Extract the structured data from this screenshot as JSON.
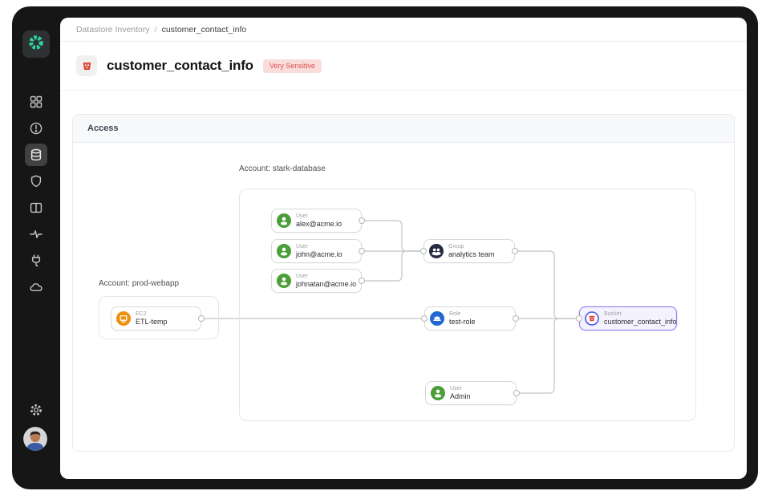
{
  "sidebar": {
    "logo_icon": "gear-logo-icon",
    "items": [
      {
        "id": "dashboard",
        "icon": "grid-icon",
        "selected": false
      },
      {
        "id": "alerts",
        "icon": "alert-circle-icon",
        "selected": false
      },
      {
        "id": "datastores",
        "icon": "database-icon",
        "selected": true
      },
      {
        "id": "security",
        "icon": "shield-icon",
        "selected": false
      },
      {
        "id": "catalog",
        "icon": "book-icon",
        "selected": false
      },
      {
        "id": "activity",
        "icon": "activity-icon",
        "selected": false
      },
      {
        "id": "integrations",
        "icon": "plug-icon",
        "selected": false
      },
      {
        "id": "cloud",
        "icon": "cloud-icon",
        "selected": false
      }
    ],
    "settings_icon": "gear-icon",
    "avatar_icon": "user-avatar"
  },
  "breadcrumb": {
    "parent": "Datastore Inventory",
    "separator": "/",
    "current": "customer_contact_info"
  },
  "page": {
    "title": "customer_contact_info",
    "badge": "Very Sensitive",
    "title_icon": "bucket-icon"
  },
  "panel": {
    "title": "Access"
  },
  "graph": {
    "accounts": [
      {
        "id": "prod-webapp",
        "label": "Account: prod-webapp"
      },
      {
        "id": "stark-database",
        "label": "Account: stark-database"
      }
    ],
    "nodes": [
      {
        "id": "etl",
        "type": "EC2",
        "name": "ETL-temp",
        "icon": "ec2-icon",
        "account": "prod-webapp"
      },
      {
        "id": "alex",
        "type": "User",
        "name": "alex@acme.io",
        "icon": "user-icon",
        "account": "stark-database"
      },
      {
        "id": "john",
        "type": "User",
        "name": "john@acme.io",
        "icon": "user-icon",
        "account": "stark-database"
      },
      {
        "id": "johnatan",
        "type": "User",
        "name": "johnatan@acme.io",
        "icon": "user-icon",
        "account": "stark-database"
      },
      {
        "id": "group",
        "type": "Group",
        "name": "analytics team",
        "icon": "group-icon",
        "account": "stark-database"
      },
      {
        "id": "role",
        "type": "Role",
        "name": "test-role",
        "icon": "role-icon",
        "account": "stark-database"
      },
      {
        "id": "admin",
        "type": "User",
        "name": "Admin",
        "icon": "user-icon",
        "account": "stark-database"
      },
      {
        "id": "bucket",
        "type": "Bucket",
        "name": "customer_contact_info",
        "icon": "bucket-ring-icon",
        "account": "stark-database",
        "highlighted": true
      }
    ],
    "edges": [
      {
        "from": "alex",
        "to": "group"
      },
      {
        "from": "john",
        "to": "group"
      },
      {
        "from": "johnatan",
        "to": "group"
      },
      {
        "from": "etl",
        "to": "role"
      },
      {
        "from": "group",
        "to": "bucket"
      },
      {
        "from": "role",
        "to": "bucket"
      },
      {
        "from": "admin",
        "to": "bucket"
      }
    ]
  },
  "colors": {
    "accent_green": "#2bd3a0",
    "user_green": "#4c9f38",
    "group_navy": "#252a41",
    "role_blue": "#2268d1",
    "ec2_orange": "#ee8f0e",
    "bucket_red": "#dc4b3e",
    "bucket_ring_blue": "#4754e6",
    "highlight_purple": "#8b80ee",
    "badge_bg": "#fadcdb",
    "badge_text": "#d9534c",
    "edge_gray": "#c9cdd1"
  }
}
